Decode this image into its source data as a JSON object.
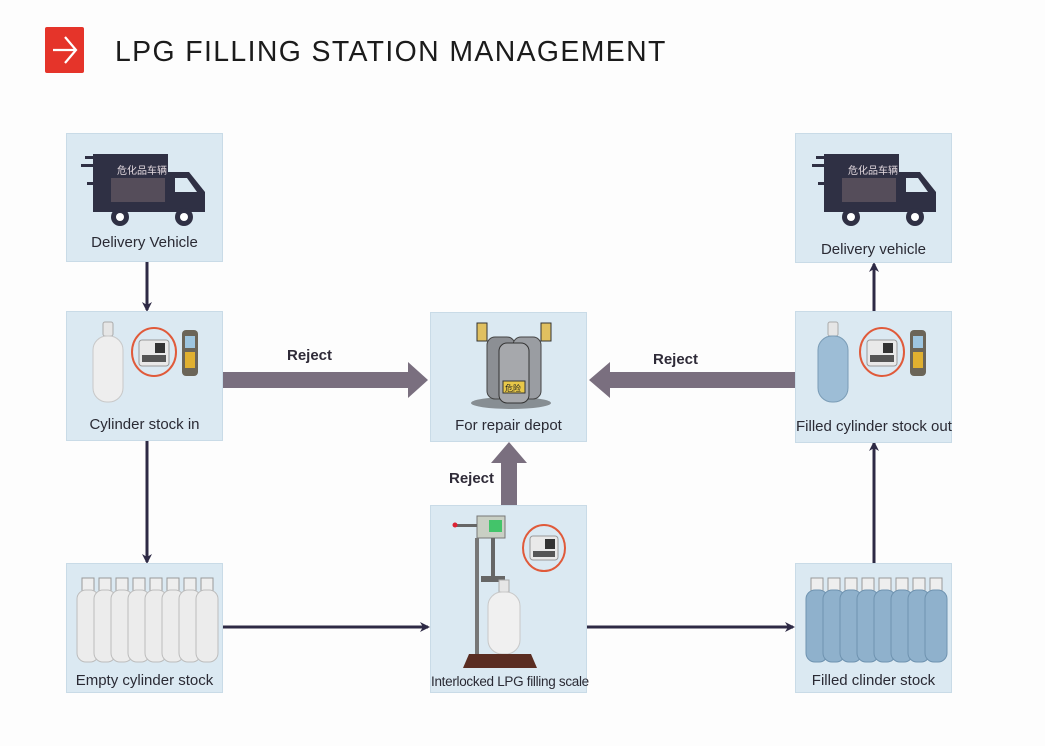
{
  "header": {
    "title": "LPG FILLING STATION MANAGEMENT",
    "logo_icon": "arrow-right-icon",
    "accent_color": "#e5342a"
  },
  "nodes": {
    "delivery_in": {
      "label": "Delivery Vehicle",
      "icon": "truck-icon",
      "truck_text": "危化品车辆"
    },
    "stock_in": {
      "label": "Cylinder stock in",
      "icon": "cylinder-scanner-icon"
    },
    "repair": {
      "label": "For repair depot",
      "icon": "damaged-cylinders-icon",
      "tag_text": "危险"
    },
    "empty_stock": {
      "label": "Empty cylinder stock",
      "icon": "cylinder-group-icon"
    },
    "filling_scale": {
      "label": "Interlocked LPG filling scale",
      "icon": "filling-scale-icon"
    },
    "filled_stock": {
      "label": "Filled clinder stock",
      "icon": "filled-cylinder-group-icon"
    },
    "stock_out": {
      "label": "Filled cylinder stock out",
      "icon": "cylinder-scanner-icon"
    },
    "delivery_out": {
      "label": "Delivery vehicle",
      "icon": "truck-icon",
      "truck_text": "危化品车辆"
    }
  },
  "edges": {
    "reject_left": "Reject",
    "reject_right": "Reject",
    "reject_bottom": "Reject"
  },
  "colors": {
    "node_bg": "#dbe9f2",
    "reject_arrow": "#7a6f7f",
    "flow_arrow": "#2e2a45",
    "tag_red": "#e05a3a"
  }
}
